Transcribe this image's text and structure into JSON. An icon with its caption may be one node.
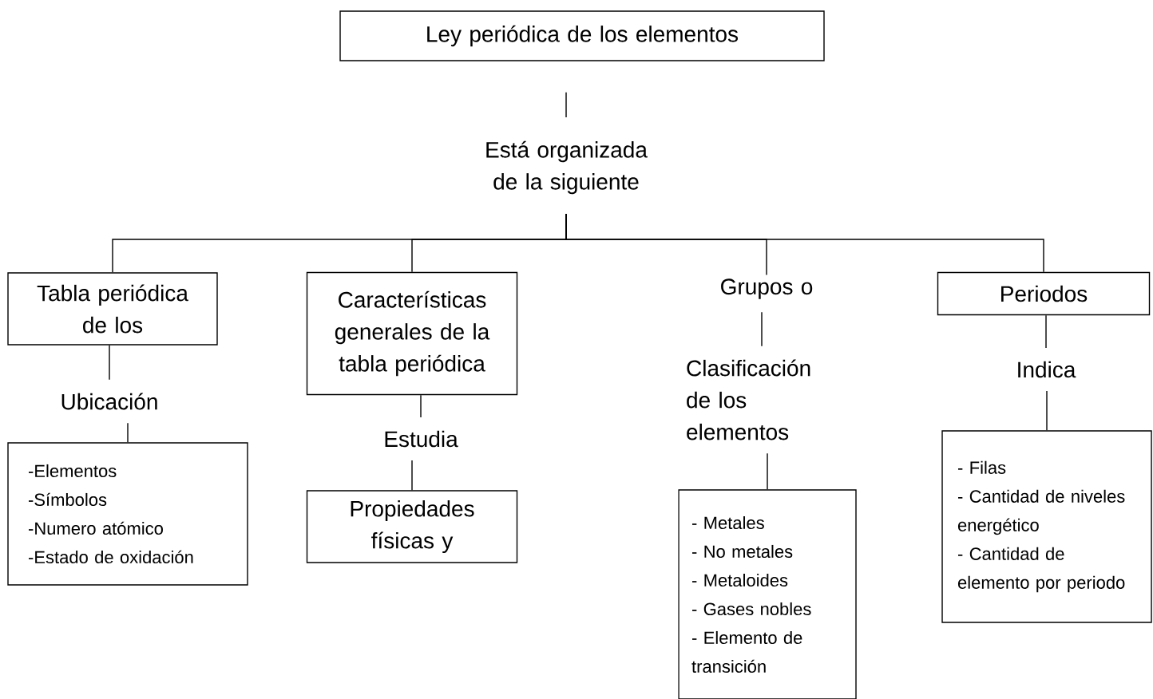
{
  "diagram": {
    "nodes": [
      {
        "text": [
          "Ley periódica de los elementos"
        ]
      },
      {
        "text": [
          "Está organizada de la siguiente"
        ]
      },
      {
        "text": [
          "Tabla periódica de los"
        ]
      },
      {
        "text": [
          "Características generales de la tabla periódica"
        ]
      },
      {
        "text": [
          "Grupos o"
        ]
      },
      {
        "text": [
          "Periodos"
        ]
      },
      {
        "text": [
          "Ubicación"
        ]
      },
      {
        "text": [
          "Estudia"
        ]
      },
      {
        "text": [
          "Clasificación de los elementos"
        ]
      },
      {
        "text": [
          "Indica"
        ]
      },
      {
        "text": [
          "-Elementos",
          "-Símbolos",
          "-Numero atómico",
          "-Estado de oxidación"
        ]
      },
      {
        "text": [
          "Propiedades físicas y"
        ]
      },
      {
        "text": [
          "- Metales",
          "- No metales",
          "- Metaloides",
          "- Gases nobles",
          "- Elemento de transición"
        ]
      },
      {
        "text": [
          "- Filas",
          "- Cantidad de niveles energético",
          "- Cantidad de elemento por periodo"
        ]
      }
    ],
    "edges": [
      {
        "from": 0,
        "to": 1,
        "arrow": "none"
      },
      {
        "from": 1,
        "to": 2,
        "arrow": "none"
      },
      {
        "from": 1,
        "to": 3,
        "arrow": "none"
      },
      {
        "from": 1,
        "to": 4,
        "arrow": "none"
      },
      {
        "from": 1,
        "to": 5,
        "arrow": "none"
      },
      {
        "from": 2,
        "to": 6,
        "arrow": "none"
      },
      {
        "from": 6,
        "to": 10,
        "arrow": "none"
      },
      {
        "from": 3,
        "to": 7,
        "arrow": "none"
      },
      {
        "from": 7,
        "to": 11,
        "arrow": "none"
      },
      {
        "from": 4,
        "to": 8,
        "arrow": "none"
      },
      {
        "from": 8,
        "to": 12,
        "arrow": "none"
      },
      {
        "from": 5,
        "to": 9,
        "arrow": "none"
      },
      {
        "from": 9,
        "to": 13,
        "arrow": "none"
      }
    ]
  }
}
